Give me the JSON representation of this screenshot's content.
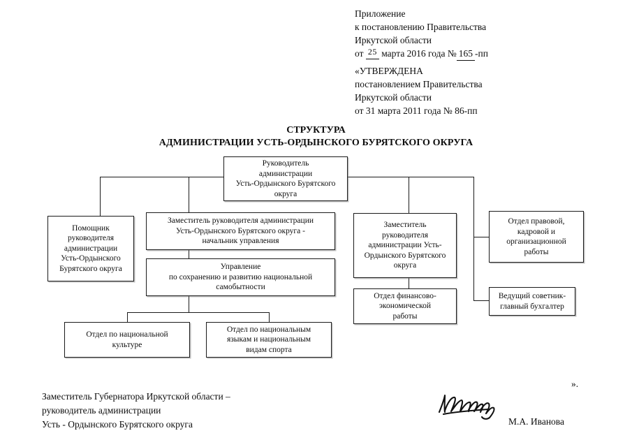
{
  "header": {
    "appendix": {
      "line1": "Приложение",
      "line2": "к постановлению Правительства",
      "line3": "Иркутской области",
      "line4_prefix": "от",
      "line4_day": "25",
      "line4_mid": "марта  2016 года №",
      "line4_num": "165",
      "line4_suffix": "-пп"
    },
    "approved": {
      "line1": "«УТВЕРЖДЕНА",
      "line2": "постановлением Правительства",
      "line3": "Иркутской области",
      "line4": "от 31 марта 2011 года № 86-пп"
    }
  },
  "title": {
    "line1": "СТРУКТУРА",
    "line2": "АДМИНИСТРАЦИИ УСТЬ-ОРДЫНСКОГО БУРЯТСКОГО ОКРУГА"
  },
  "chart_nodes": {
    "head": "Руководитель администрации Усть-Ордынского Бурятского округа",
    "assistant": "Помощник руководителя администрации Усть-Ордынского Бурятского округа",
    "deputy_chief": "Заместитель руководителя администрации Усть-Ордынского Бурятского округа - начальник управления",
    "department_culture_dev": "Управление по сохранению и развитию национальной самобытности",
    "dept_national_culture": "Отдел по национальной культуре",
    "dept_national_languages": "Отдел по национальным языкам и национальным видам спорта",
    "deputy_second": "Заместитель руководителя администрации Усть-Ордынского Бурятского округа",
    "dept_finance": "Отдел финансово-экономической работы",
    "dept_legal": "Отдел правовой, кадровой и организационной работы",
    "chief_accountant": "Ведущий советник-главный бухгалтер"
  },
  "chart_node_lines": {
    "head": [
      "Руководитель",
      "администрации",
      "Усть-Ордынского Бурятского",
      "округа"
    ],
    "assistant": [
      "Помощник",
      "руководителя",
      "администрации",
      "Усть-Ордынского",
      "Бурятского округа"
    ],
    "deputy_chief": [
      "Заместитель руководителя администрации",
      "Усть-Ордынского Бурятского округа -",
      "начальник управления"
    ],
    "department_culture_dev": [
      "Управление",
      "по сохранению и развитию национальной",
      "самобытности"
    ],
    "dept_national_culture": [
      "Отдел по национальной",
      "культуре"
    ],
    "dept_national_languages": [
      "Отдел по национальным",
      "языкам и национальным",
      "видам спорта"
    ],
    "deputy_second": [
      "Заместитель",
      "руководителя",
      "администрации Усть-",
      "Ордынского Бурятского",
      "округа"
    ],
    "dept_finance": [
      "Отдел финансово-",
      "экономической",
      "работы"
    ],
    "dept_legal": [
      "Отдел правовой,",
      "кадровой и",
      "организационной",
      "работы"
    ],
    "chief_accountant": [
      "Ведущий советник-",
      "главный бухгалтер"
    ]
  },
  "footer": {
    "position_line1": "Заместитель Губернатора  Иркутской области –",
    "position_line2": "руководитель администрации",
    "position_line3": "Усть - Ордынского Бурятского округа",
    "signature_name": "М.А. Иванова",
    "closing_quote": "».",
    "signature_alt": "Иванова"
  }
}
